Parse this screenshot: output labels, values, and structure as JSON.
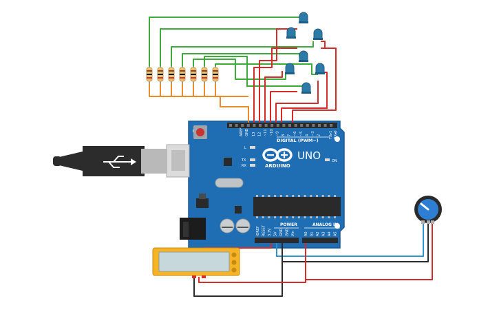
{
  "board": {
    "brand": "ARDUINO",
    "model": "UNO",
    "digital_header": "DIGITAL (PWM~)",
    "power_header": "POWER",
    "analog_header": "ANALOG IN",
    "on_label": "ON",
    "led_l": "L",
    "led_tx": "TX",
    "led_rx": "RX",
    "aref": "AREF",
    "gnd": "GND",
    "tx_pin": "TX▸1",
    "rx_pin": "RX◂0",
    "digital_pins": [
      "13",
      "12",
      "~11",
      "~10",
      "~9",
      "8",
      "7",
      "~6",
      "~5",
      "4",
      "~3",
      "2"
    ],
    "power_pins": [
      "IOREF",
      "RESET",
      "3.3V",
      "5V",
      "GND",
      "GND",
      "Vin"
    ],
    "analog_pins": [
      "A0",
      "A1",
      "A2",
      "A3",
      "A4",
      "A5"
    ]
  },
  "colors": {
    "board": "#1f6db3",
    "board_edge": "#185a96",
    "green_wire": "#3cab3c",
    "red_wire": "#d62b2b",
    "orange_wire": "#e88a2e",
    "blue_wire": "#2e93d0",
    "black_wire": "#2b2b2b",
    "led": "#2d7aa7",
    "resistor": "#e8c07a",
    "lcd_frame": "#f5b325",
    "lcd_screen": "#c6d8db"
  }
}
